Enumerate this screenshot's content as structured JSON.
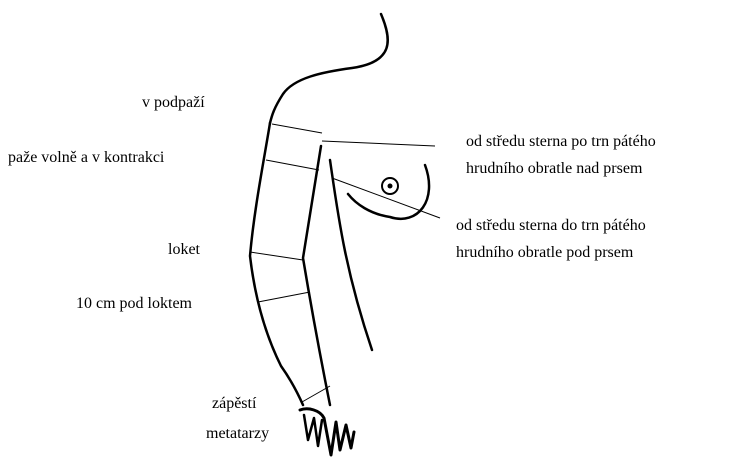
{
  "labels": {
    "armpit": "v podpaží",
    "upper_arm": "paže volně a v kontrakci",
    "elbow": "loket",
    "below_elbow": "10 cm pod loktem",
    "wrist": "zápěstí",
    "metatarsals": "metatarzy",
    "above_breast_line1": "od středu sterna po trn pátého",
    "above_breast_line2": "hrudního obratle nad prsem",
    "below_breast_line1": "od středu sterna do trn pátého",
    "below_breast_line2": "hrudního obratle pod prsem"
  },
  "colors": {
    "stroke": "#000000",
    "background": "#ffffff"
  }
}
